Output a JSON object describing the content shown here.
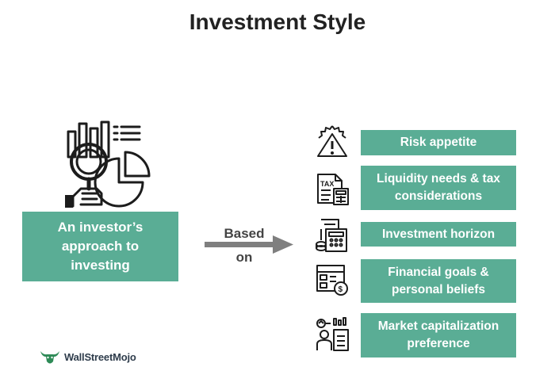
{
  "title": "Investment Style",
  "left_box": {
    "line1": "An investor’s",
    "line2": "approach to",
    "line3": "investing"
  },
  "connector": {
    "line1": "Based",
    "line2": "on"
  },
  "items": [
    {
      "lines": [
        "Risk appetite"
      ],
      "icon": "warning-gear-icon"
    },
    {
      "lines": [
        "Liquidity needs & tax",
        "considerations"
      ],
      "icon": "tax-calculator-icon"
    },
    {
      "lines": [
        "Investment horizon"
      ],
      "icon": "calculator-coins-icon"
    },
    {
      "lines": [
        "Financial goals &",
        "personal beliefs"
      ],
      "icon": "finance-register-icon"
    },
    {
      "lines": [
        "Market capitalization",
        "preference"
      ],
      "icon": "analyst-clipboard-icon"
    }
  ],
  "logo": {
    "part1": "WallStreet",
    "part2": "Mojo"
  },
  "colors": {
    "accent": "#5aad95",
    "text": "#222222",
    "arrow": "#7f7f7f"
  }
}
